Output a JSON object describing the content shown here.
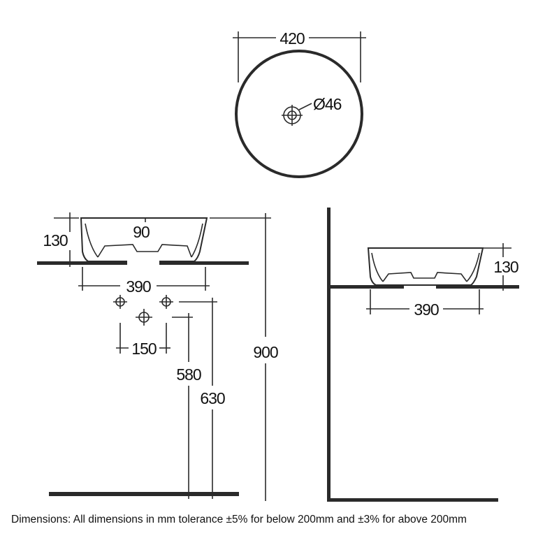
{
  "top_view": {
    "diameter_label": "420",
    "waste_label": "Ø46"
  },
  "front_view": {
    "height_label": "130",
    "center_label": "90",
    "width_label": "390",
    "tap_spacing_label": "150",
    "tap_height_label": "580",
    "waste_height_label": "630",
    "total_height_label": "900"
  },
  "side_view": {
    "height_label": "130",
    "width_label": "390"
  },
  "footnote": "Dimensions: All dimensions in mm tolerance ±5% for below 200mm and ±3% for above 200mm"
}
